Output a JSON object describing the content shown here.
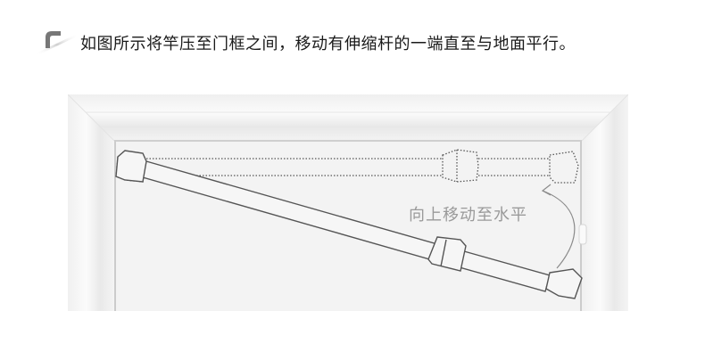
{
  "header": {
    "icon": "curtain-rod-hook-icon",
    "instruction": "如图所示将竿压至门框之间，移动有伸缩杆的一端直至与地面平行。"
  },
  "illustration": {
    "subject": "door-frame-with-tension-rod",
    "caption": "向上移动至水平",
    "colors": {
      "frame": "#f3f3f3",
      "frame_shadow": "#e2e2e2",
      "line": "#555555",
      "caption": "#9a9a9a"
    }
  }
}
